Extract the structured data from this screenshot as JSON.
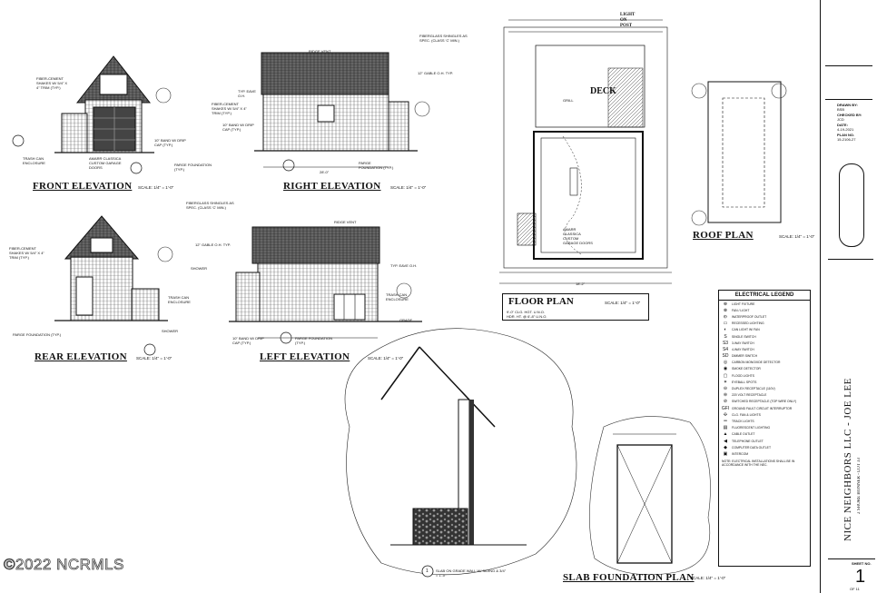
{
  "drawings": {
    "front_elevation": {
      "title": "FRONT ELEVATION",
      "scale": "SCALE: 1/4\" = 1'-0\""
    },
    "right_elevation": {
      "title": "RIGHT ELEVATION",
      "scale": "SCALE: 1/4\" = 1'-0\""
    },
    "rear_elevation": {
      "title": "REAR ELEVATION",
      "scale": "SCALE: 1/4\" = 1'-0\""
    },
    "left_elevation": {
      "title": "LEFT ELEVATION",
      "scale": "SCALE: 1/4\" = 1'-0\""
    },
    "floor_plan": {
      "title": "FLOOR PLAN",
      "scale": "SCALE: 1/4\" = 1'-0\"",
      "notes": [
        "9'-0\" CLG. HGT. U.N.O.",
        "HDR. HT. @ 6'-8\" U.N.O."
      ],
      "deck_label": "DECK",
      "grill_label": "GRILL",
      "light_label": "LIGHT ON POST"
    },
    "roof_plan": {
      "title": "ROOF PLAN",
      "scale": "SCALE: 1/4\" = 1'-0\""
    },
    "slab_foundation_plan": {
      "title": "SLAB FOUNDATION PLAN",
      "scale": "SCALE: 1/4\" = 1'-0\""
    },
    "wall_section": {
      "detail_number": "1",
      "caption": "SLAB ON GRADE WALL W/ SIDING & 3/4\" = 1'-0\""
    }
  },
  "callouts": {
    "fiber_cement": "FIBER-CEMENT SHAKES W/ 5/4\" X 4\" TRIM (TYP.)",
    "trash_can": "TRASH CAN ENCLOSURE",
    "amarr": "AMARR CLASSICA CUSTOM GARAGE DOORS",
    "ridge_vent": "RIDGE VENT",
    "shingles": "FIBERGLASS SHINGLES AS SPEC. (CLASS 'C' MIN.)",
    "gable": "12\" GABLE O.H. TYP.",
    "band": "10\" BAND W/ DRIP CAP (TYP.)",
    "parge": "PARGE FOUNDATION (TYP.)",
    "shower": "SHOWER",
    "grade": "GRADE",
    "eave": "TYP. EAVE O.H.",
    "dim_28": "28'-0\"",
    "dim_18": "18'-2\""
  },
  "electrical_legend": {
    "title": "ELECTRICAL LEGEND",
    "items": [
      {
        "sym": "⊕",
        "label": "LIGHT FIXTURE"
      },
      {
        "sym": "⊗",
        "label": "FAN / LIGHT"
      },
      {
        "sym": "⦶",
        "label": "WATERPROOF OUTLET"
      },
      {
        "sym": "▭",
        "label": "RECESSED LIGHTING"
      },
      {
        "sym": "◐",
        "label": "CAN LIGHT W/ FAN"
      },
      {
        "sym": "S",
        "label": "SINGLE SWITCH"
      },
      {
        "sym": "S3",
        "label": "3-WAY SWITCH"
      },
      {
        "sym": "S4",
        "label": "4-WAY SWITCH"
      },
      {
        "sym": "SD",
        "label": "DIMMER SWITCH"
      },
      {
        "sym": "◎",
        "label": "CARBON MONOXIDE DETECTOR"
      },
      {
        "sym": "◉",
        "label": "SMOKE DETECTOR"
      },
      {
        "sym": "▢",
        "label": "FLOOD LIGHTS"
      },
      {
        "sym": "✶",
        "label": "EYEBALL SPOTS"
      },
      {
        "sym": "⊖",
        "label": "DUPLEX RECEPTACLE (110V)"
      },
      {
        "sym": "⊜",
        "label": "220 VOLT RECEPTACLE"
      },
      {
        "sym": "⊘",
        "label": "SWITCHED RECEPTACLE (TOP WIRE ONLY)"
      },
      {
        "sym": "GFI",
        "label": "GROUND FAULT CIRCUIT INTERRUPTOR"
      },
      {
        "sym": "✣",
        "label": "CLG. FAN & LIGHTS"
      },
      {
        "sym": "═",
        "label": "TRACK LIGHTS"
      },
      {
        "sym": "▤",
        "label": "FLUORESCENT LIGHTING"
      },
      {
        "sym": "▲",
        "label": "CABLE OUTLET"
      },
      {
        "sym": "◀",
        "label": "TELEPHONE OUTLET"
      },
      {
        "sym": "◆",
        "label": "COMPUTER DATA OUTLET"
      },
      {
        "sym": "▣",
        "label": "INTERCOM"
      }
    ],
    "note": "NOTE: ELECTRICAL INSTALLATIONS SHALL BE IN ACCORDANCE WITH THE NEC."
  },
  "title_block": {
    "project": "NICE NEIGHBORS LLC - JOE LEE",
    "address": "2 SHORE BONNER - LOT 33",
    "drawn_by": "DRAWN BY:",
    "drawn_val": "BSB",
    "checked_by": "CHECKED BY:",
    "checked_val": "JCD",
    "date_label": "DATE:",
    "date_val": "4-19-2021",
    "plan_no_label": "PLAN NO.",
    "plan_no": "15-2106-27",
    "sheet_label": "SHEET NO.",
    "sheet_no": "1",
    "sheet_of": "OF 11"
  },
  "watermark": "©2022 NCRMLS"
}
